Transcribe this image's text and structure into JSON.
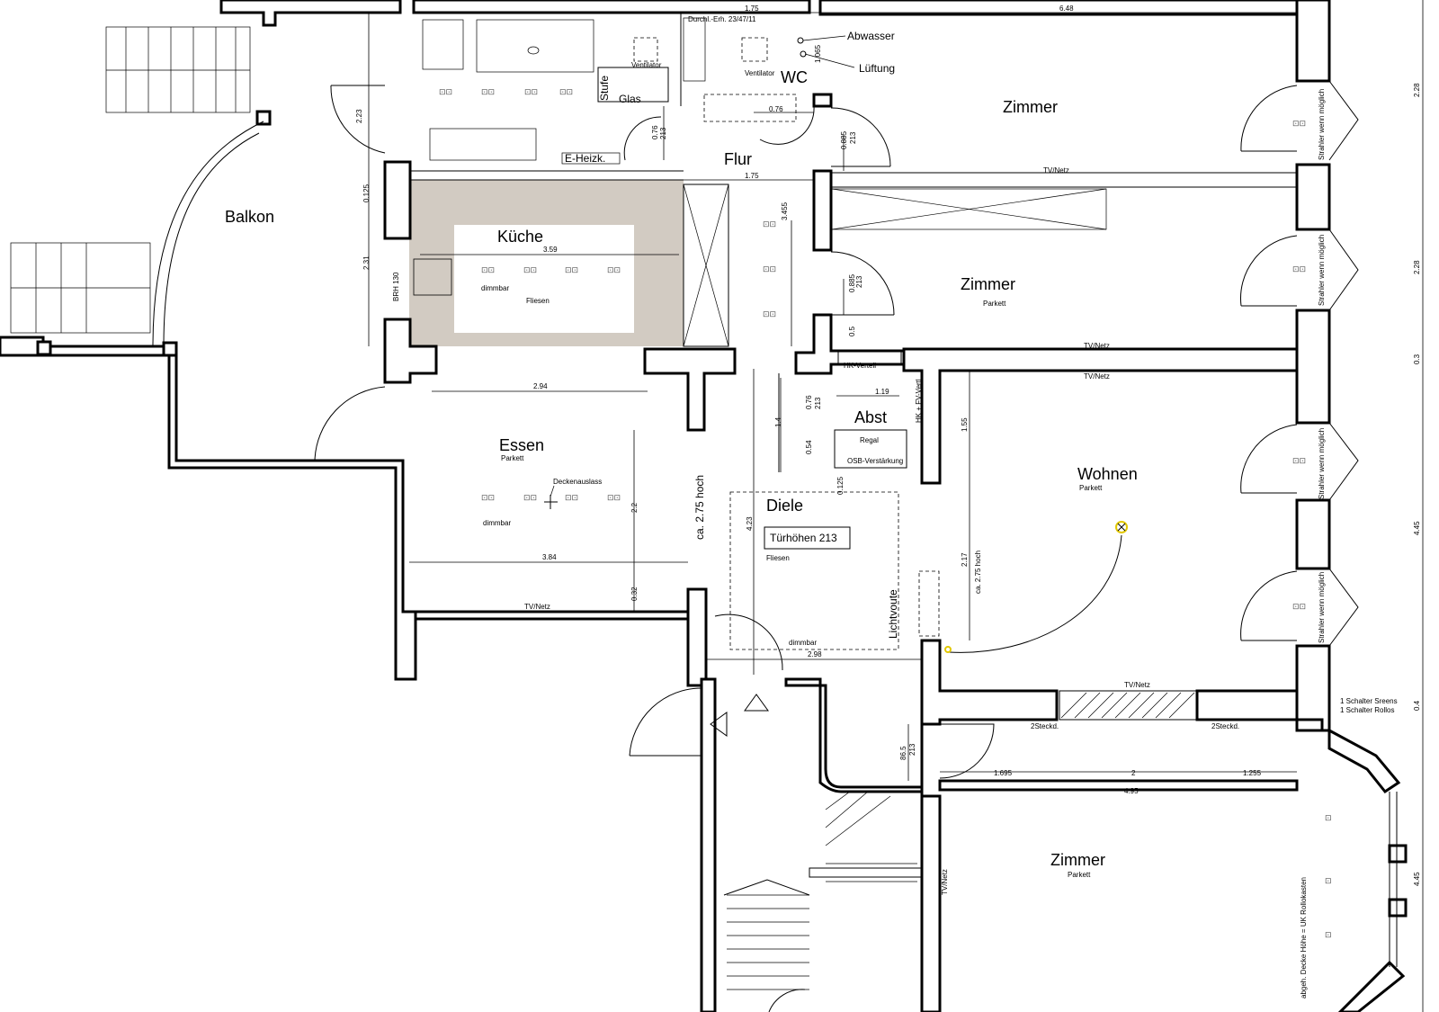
{
  "rooms": {
    "balkon": "Balkon",
    "kueche": "Küche",
    "kueche_floor": "Fliesen",
    "flur": "Flur",
    "wc": "WC",
    "zimmer_top": "Zimmer",
    "zimmer_mid": "Zimmer",
    "zimmer_mid_floor": "Parkett",
    "essen": "Essen",
    "essen_floor": "Parkett",
    "abst": "Abst",
    "wohnen": "Wohnen",
    "wohnen_floor": "Parkett",
    "diele": "Diele",
    "diele_floor": "Fliesen",
    "zimmer_bottom": "Zimmer",
    "zimmer_bottom_floor": "Parkett"
  },
  "labels": {
    "abwasser": "Abwasser",
    "lueftung": "Lüftung",
    "stufe": "Stufe",
    "glas": "Glas",
    "ventilator1": "Ventilator",
    "ventilator2": "Ventilator",
    "durchl": "Durchl.-Erh. 23/47/11",
    "eheizk": "E-Heizk.",
    "brh": "BRH 130",
    "dimmbar_kueche": "dimmbar",
    "dimmbar_essen": "dimmbar",
    "dimmbar_diele": "dimmbar",
    "deckenauslass": "Deckenauslass",
    "tv_netz_1": "TV/Netz",
    "tv_netz_2": "TV/Netz",
    "tv_netz_3": "TV/Netz",
    "tv_netz_4": "TV/Netz",
    "tv_netz_5": "TV/Netz",
    "tv_netz_6": "TV/Netz",
    "hk_verteil": "HK-Verteil",
    "hk_vert2": "HK + FV-Vertl",
    "regal": "Regal",
    "osb": "OSB-Verstärkung",
    "tuerhoehen": "Türhöhen 213",
    "ca_275_hoch": "ca. 2.75 hoch",
    "ca_275_hoch_small": "ca. 2.75 hoch",
    "lichtvoute": "Lichtvoute",
    "strahler": "Strahler wenn möglich",
    "schalter1": "1 Schalter Sreens",
    "schalter2": "1 Schalter Rollos",
    "steckd1": "2Steckd.",
    "steckd2": "2Steckd.",
    "rollokasten": "abgeh. Decke Höhe = UK Rollokasten"
  },
  "dims": {
    "d175_top": "1.75",
    "d648": "6.48",
    "d223": "2.23",
    "d0125": "0.125",
    "d231": "2.31",
    "d359": "3.59",
    "d294": "2.94",
    "d076_a": "0.76",
    "d213_a": "213",
    "d076_b": "0.76",
    "d1065": "1.065",
    "d0885_a": "0.885",
    "d213_b": "213",
    "d175_flur": "1.75",
    "d3455": "3.455",
    "d0885_b": "0.885",
    "d213_c": "213",
    "d05": "0.5",
    "d119": "1.19",
    "d14": "1.4",
    "d076_c": "0.76",
    "d213_d": "213",
    "d054": "0.54",
    "d0125_b": "0.125",
    "d155": "1.55",
    "d22": "2.2",
    "d384": "3.84",
    "d032": "0.32",
    "d423": "4.23",
    "d217": "2.17",
    "d298": "2.98",
    "d865": "86.5",
    "d213_e": "213",
    "d1695": "1.695",
    "d2": "2",
    "d1255": "1.255",
    "d495": "4.95",
    "r228_a": "2.28",
    "r228_b": "2.28",
    "r03": "0.3",
    "r445_a": "4.45",
    "r04": "0.4",
    "r445_b": "4.45"
  },
  "colors": {
    "kitchen_fill": "#d2cbc2",
    "wall": "#000000",
    "lamp": "#e2c800"
  }
}
